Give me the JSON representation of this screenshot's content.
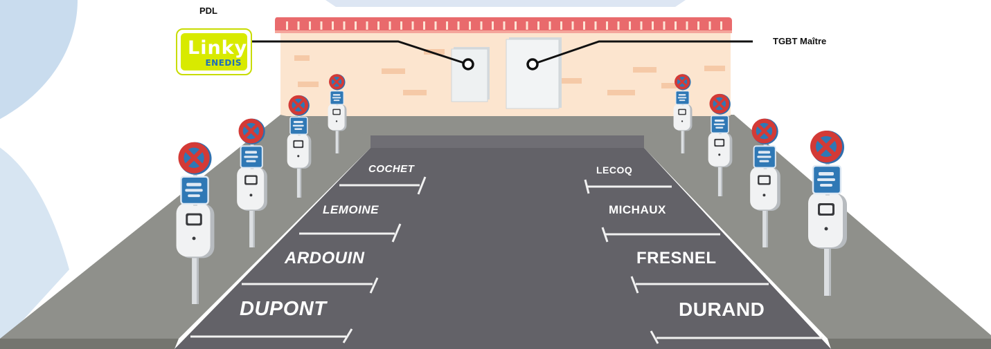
{
  "callouts": {
    "pdl": "PDL",
    "tgbt": "TGBT Maître"
  },
  "logo": {
    "brand": "Linky",
    "sub_brand": "ENEDIS"
  },
  "bays": {
    "left": [
      "COCHET",
      "LEMOINE",
      "ARDOUIN",
      "DUPONT"
    ],
    "right": [
      "LECOQ",
      "MICHAUX",
      "FRESNEL",
      "DURAND"
    ]
  },
  "colors": {
    "asphalt": "#636268",
    "sidewalk": "#8f908b",
    "wall": "#fce5cf",
    "roof": "#e96a6c",
    "sign_blue": "#2f78b5",
    "sign_red": "#d33a36",
    "logo_green": "#d8ea00",
    "backdrop": "#c9dcee"
  }
}
